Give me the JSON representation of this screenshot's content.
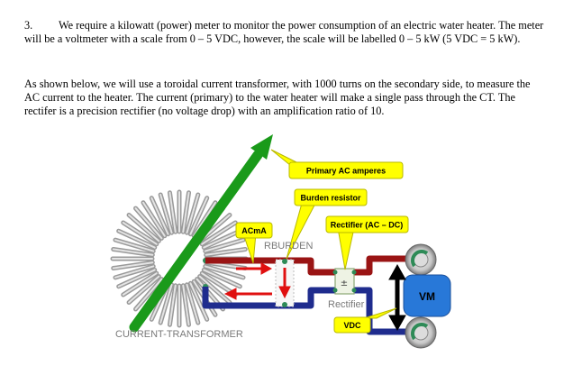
{
  "question": {
    "number": "3.",
    "paragraph1": "We require a kilowatt (power) meter to monitor the power consumption of an electric water heater. The meter will be a voltmeter with a scale from 0 – 5 VDC, however, the scale will be labelled 0 – 5 kW (5 VDC = 5 kW).",
    "paragraph2": "As shown below, we will use a toroidal current transformer, with 1000 turns on the secondary side, to measure the AC current to the heater. The current (primary) to the water heater will make a single pass through the CT. The rectifer is a precision rectifier (no voltage drop) with an amplification ratio of 10."
  },
  "diagram": {
    "callouts": {
      "primary": "Primary AC amperes",
      "burden": "Burden resistor",
      "rectifier": "Rectifier (AC – DC)",
      "acma": "ACmA",
      "vdc": "VDC"
    },
    "labels": {
      "rburden": "RBURDEN",
      "rectifier": "Rectifier",
      "current_transformer": "CURRENT-TRANSFORMER",
      "vm": "VM"
    },
    "colors": {
      "callout_fill": "#ffff00",
      "arrow_green": "#1a9a1a",
      "wire_red": "#9a1414",
      "wire_blue": "#1f2c8e",
      "vm_blue": "#2878d8"
    }
  }
}
